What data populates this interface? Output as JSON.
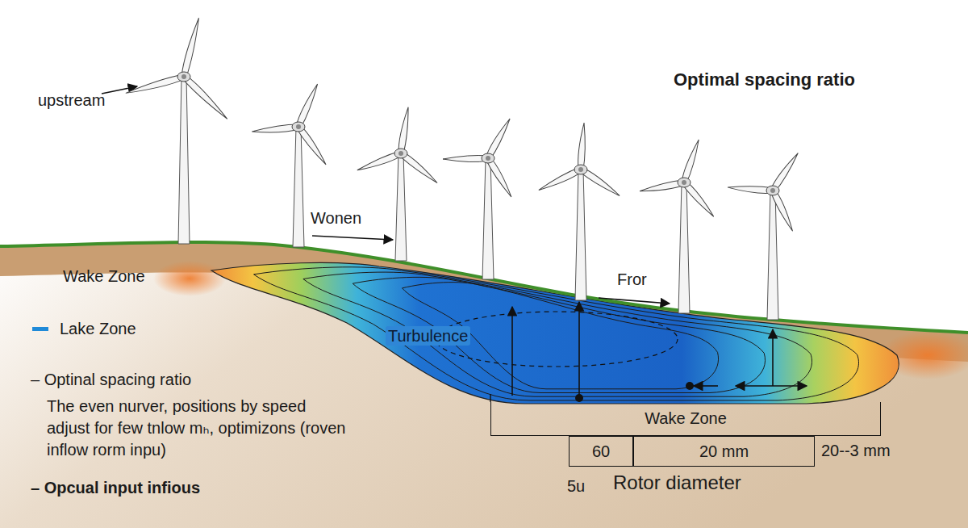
{
  "diagram": {
    "title": "Optimal spacing ratio",
    "nodes": [
      {
        "text": [
          "Wake Zone"
        ]
      },
      {
        "text": [
          "60"
        ]
      },
      {
        "text": [
          "20 mm"
        ]
      }
    ],
    "labels": [
      "upstream",
      "Wonen",
      "Fror",
      "Wake Zone",
      "Turbulence",
      "– Optinal spacing ratio",
      "The even nurver, positions by speed adjust for few tnlow mₕ, optimizons (roven inflow rorm inpu)",
      "– Opcual input infious",
      "20--3 mm",
      "5u",
      "Rotor diameter"
    ],
    "legend": [
      {
        "text": "Lake Zone",
        "color": "#1f8ad8"
      }
    ]
  }
}
